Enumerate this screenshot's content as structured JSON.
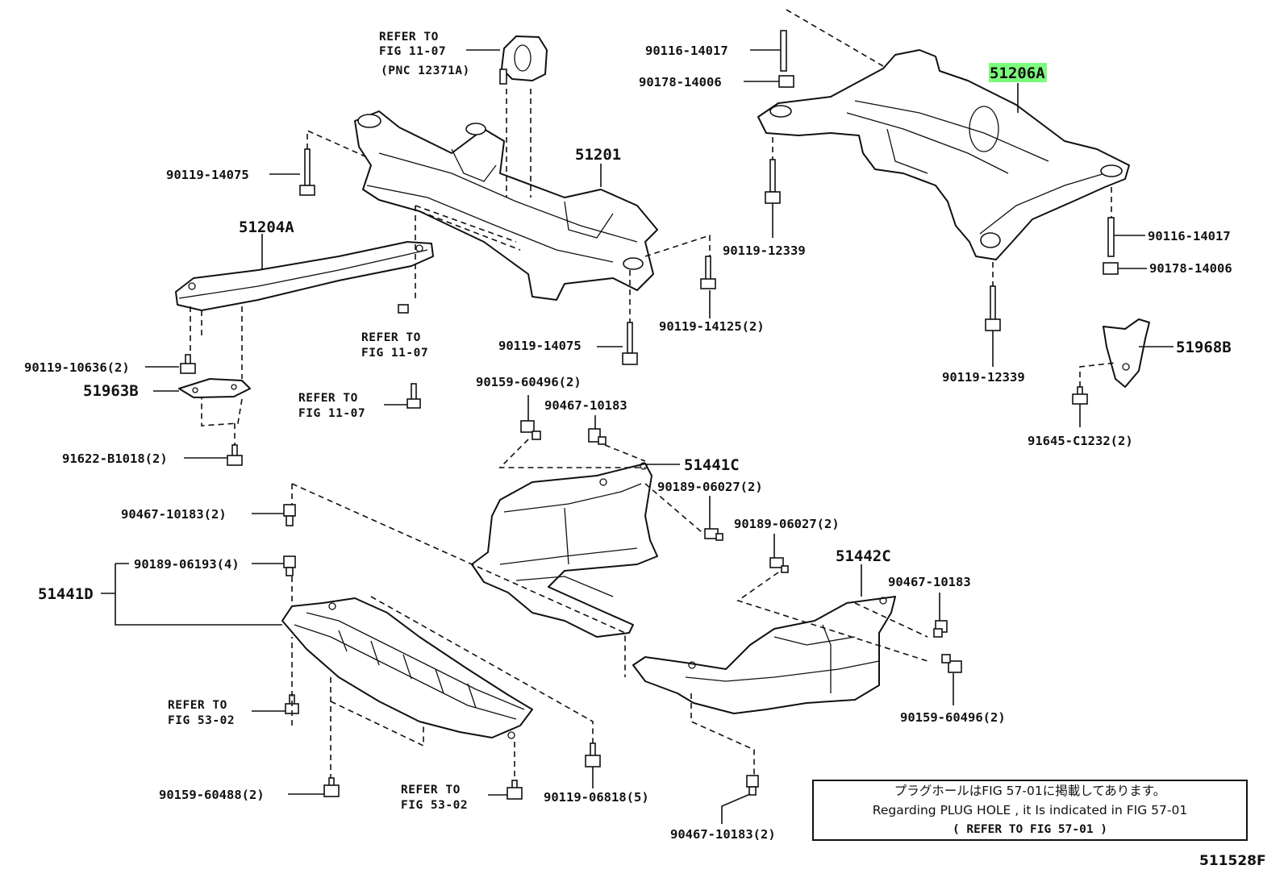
{
  "labels": {
    "ref_top_l1": "REFER TO",
    "ref_top_l2": "FIG 11-07",
    "ref_top_l3": "(PNC 12371A)",
    "p90119_14075_a": "90119-14075",
    "p51201": "51201",
    "p51204a": "51204A",
    "ref_mid_l1": "REFER TO",
    "ref_mid_l2": "FIG 11-07",
    "p90119_10636": "90119-10636(2)",
    "p51963b": "51963B",
    "ref_low_l1": "REFER TO",
    "ref_low_l2": "FIG 11-07",
    "p91622_b1018": "91622-B1018(2)",
    "p90119_14075_b": "90119-14075",
    "p90119_14125": "90119-14125(2)",
    "p90116_14017_a": "90116-14017",
    "p90178_14006_a": "90178-14006",
    "p51206a": "51206A",
    "p90119_12339_a": "90119-12339",
    "p90116_14017_b": "90116-14017",
    "p90178_14006_b": "90178-14006",
    "p90119_12339_b": "90119-12339",
    "p51968b": "51968B",
    "p91645_c1232": "91645-C1232(2)",
    "p90159_60496_a": "90159-60496(2)",
    "p90467_10183_a": "90467-10183",
    "p51441c": "51441C",
    "p90189_06027_a": "90189-06027(2)",
    "p90189_06027_b": "90189-06027(2)",
    "p90467_10183_b": "90467-10183(2)",
    "p90189_06193": "90189-06193(4)",
    "p51441d": "51441D",
    "p51442c": "51442C",
    "p90467_10183_c": "90467-10183",
    "p90159_60496_b": "90159-60496(2)",
    "ref_53a_l1": "REFER TO",
    "ref_53a_l2": "FIG 53-02",
    "p90159_60488": "90159-60488(2)",
    "ref_53b_l1": "REFER TO",
    "ref_53b_l2": "FIG 53-02",
    "p90119_06818": "90119-06818(5)",
    "p90467_10183_d": "90467-10183(2)"
  },
  "note": {
    "line1": "プラグホールはFIG 57-01に掲載してあります。",
    "line2": "Regarding PLUG HOLE , it Is indicated in FIG 57-01",
    "line3": "( REFER TO FIG 57-01 )"
  },
  "figure_id": "511528F",
  "colors": {
    "highlight": "#7CFC7C",
    "ink": "#111111"
  }
}
